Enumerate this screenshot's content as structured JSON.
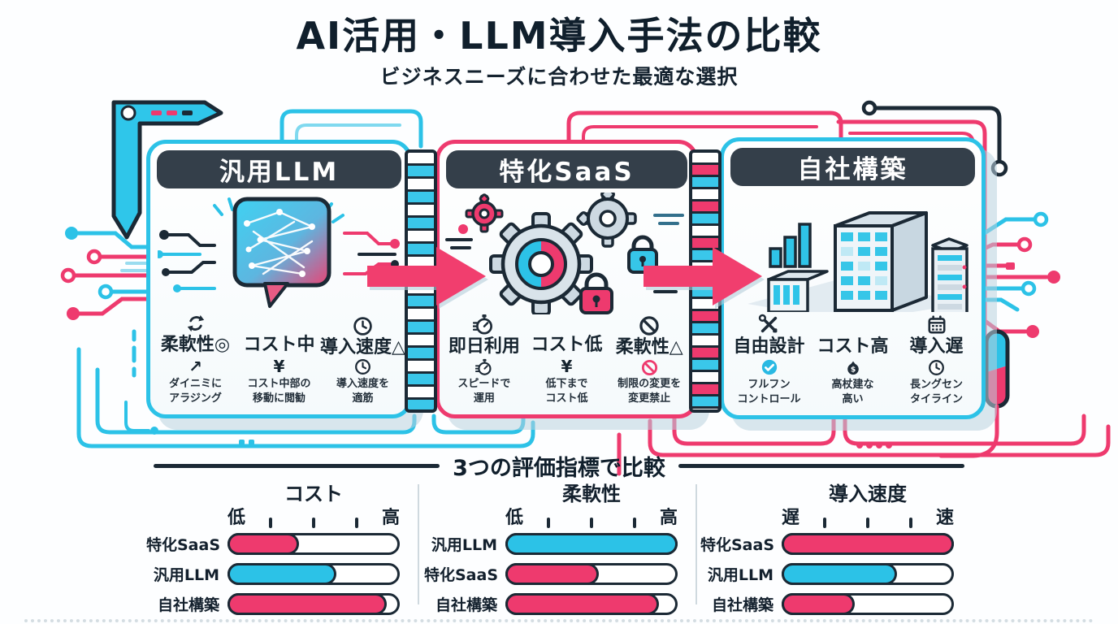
{
  "header": {
    "title": "AI活用・LLM導入手法の比較",
    "subtitle": "ビジネスニーズに合わせた最適な選択"
  },
  "colors": {
    "cyan": "#2cc2e7",
    "pink": "#ee3a6e",
    "dark_outline": "#1b2935",
    "header_bg": "#343f4a"
  },
  "icons": {
    "cycle-icon": "⟳",
    "trend-up-icon": "↗",
    "yen-icon": "¥",
    "clock-icon": "◷",
    "stopwatch-icon": "⏱",
    "prohibition-icon": "⊘",
    "tools-icon": "⚒",
    "check-circle-icon": "✓",
    "money-bag-icon": "$",
    "calendar-icon": "▦"
  },
  "cards": [
    {
      "title": "汎用LLM",
      "accent": "#2cc2e7",
      "illustration": "chat-bubble-neural-network",
      "attributes": [
        {
          "top_icon": "cycle-icon",
          "label": "柔軟性◎",
          "sub_icon": "trend-up-icon",
          "sub_glyph": "↗",
          "desc": [
            "ダイニミに",
            "アラジング"
          ]
        },
        {
          "top_icon": "",
          "label": "コスト中",
          "sub_icon": "yen-icon",
          "sub_glyph": "¥",
          "desc": [
            "コスト中部の",
            "移動に閲勧"
          ]
        },
        {
          "top_icon": "clock-icon",
          "label": "導入速度△",
          "sub_icon": "clock-icon",
          "sub_glyph": "",
          "desc": [
            "導入速度を",
            "適筋"
          ]
        }
      ]
    },
    {
      "title": "特化SaaS",
      "accent": "#ee3a6e",
      "illustration": "gears-donut-chart-locks",
      "attributes": [
        {
          "top_icon": "stopwatch-icon",
          "label": "即日利用",
          "sub_icon": "stopwatch-icon",
          "sub_glyph": "",
          "desc": [
            "スピードで",
            "運用"
          ]
        },
        {
          "top_icon": "",
          "label": "コスト低",
          "sub_icon": "yen-icon",
          "sub_glyph": "¥",
          "desc": [
            "低下まで",
            "コスト低"
          ]
        },
        {
          "top_icon": "prohibition-icon",
          "label": "柔軟性△",
          "sub_icon": "prohibition-icon",
          "sub_glyph": "",
          "desc": [
            "制限の変更を",
            "変更禁止"
          ]
        }
      ]
    },
    {
      "title": "自社構築",
      "accent": "#2cc2e7",
      "illustration": "isometric-buildings-servers",
      "attributes": [
        {
          "top_icon": "tools-icon",
          "label": "自由設計",
          "sub_icon": "check-circle-icon",
          "sub_glyph": "",
          "desc": [
            "フルフン",
            "コントロール"
          ]
        },
        {
          "top_icon": "",
          "label": "コスト高",
          "sub_icon": "money-bag-icon",
          "sub_glyph": "",
          "desc": [
            "高杖建な",
            "高い"
          ]
        },
        {
          "top_icon": "calendar-icon",
          "label": "導入遅",
          "sub_icon": "clock-icon",
          "sub_glyph": "",
          "desc": [
            "長ングセン",
            "タイライン"
          ]
        }
      ]
    }
  ],
  "comparison": {
    "heading": "3つの評価指標で比較"
  },
  "chart_data": [
    {
      "type": "bar",
      "title": "コスト",
      "scale_left": "低",
      "scale_right": "高",
      "categories": [
        "特化SaaS",
        "汎用LLM",
        "自社構築"
      ],
      "values": [
        40,
        62,
        92
      ],
      "colors": [
        "#ee3a6e",
        "#2cc2e7",
        "#ee3a6e"
      ],
      "xlim": [
        0,
        100
      ],
      "legend": "none",
      "grid": false
    },
    {
      "type": "bar",
      "title": "柔軟性",
      "scale_left": "低",
      "scale_right": "高",
      "categories": [
        "汎用LLM",
        "特化SaaS",
        "自社構築"
      ],
      "values": [
        100,
        53,
        89
      ],
      "colors": [
        "#2cc2e7",
        "#ee3a6e",
        "#ee3a6e"
      ],
      "xlim": [
        0,
        100
      ],
      "legend": "none",
      "grid": false
    },
    {
      "type": "bar",
      "title": "導入速度",
      "scale_left": "遅",
      "scale_right": "速",
      "categories": [
        "特化SaaS",
        "汎用LLM",
        "自社構築"
      ],
      "values": [
        100,
        66,
        41
      ],
      "colors": [
        "#ee3a6e",
        "#2cc2e7",
        "#ee3a6e"
      ],
      "xlim": [
        0,
        100
      ],
      "legend": "none",
      "grid": false
    }
  ]
}
